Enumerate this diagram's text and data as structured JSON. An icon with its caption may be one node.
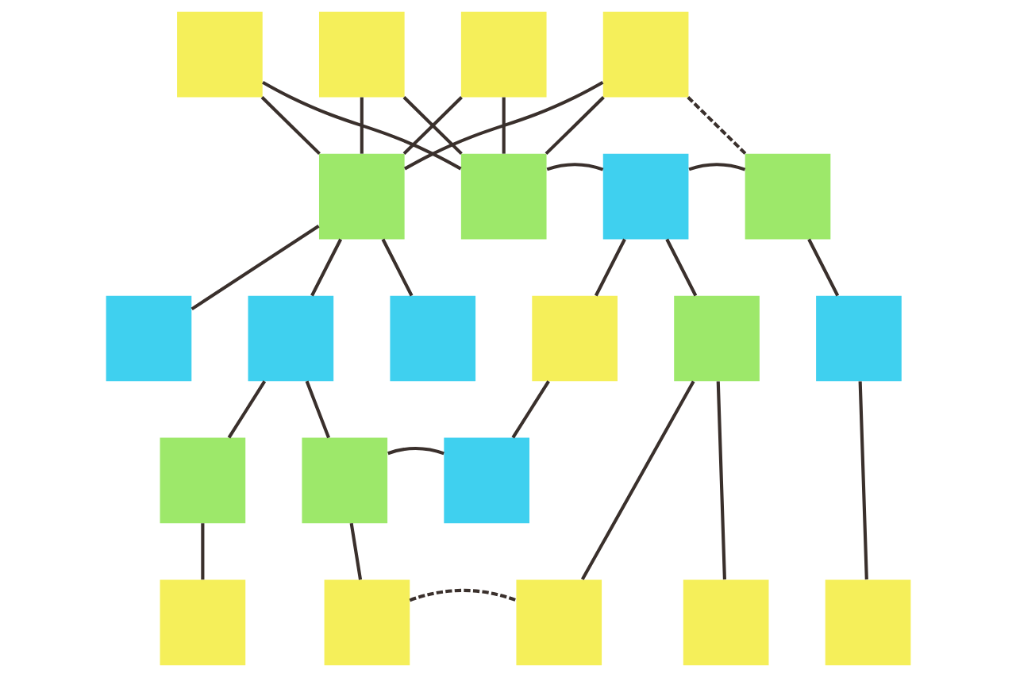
{
  "diagram": {
    "nodes": [
      {
        "text": [],
        "shape": "box"
      },
      {
        "text": [],
        "shape": "box"
      },
      {
        "text": [],
        "shape": "box"
      },
      {
        "text": [],
        "shape": "box"
      },
      {
        "text": [],
        "shape": "box"
      },
      {
        "text": [],
        "shape": "box"
      },
      {
        "text": [],
        "shape": "box"
      },
      {
        "text": [],
        "shape": "box"
      },
      {
        "text": [],
        "shape": "box"
      },
      {
        "text": [],
        "shape": "box"
      },
      {
        "text": [],
        "shape": "box"
      },
      {
        "text": [],
        "shape": "box"
      },
      {
        "text": [],
        "shape": "box"
      },
      {
        "text": [],
        "shape": "box"
      },
      {
        "text": [],
        "shape": "box"
      },
      {
        "text": [],
        "shape": "box"
      },
      {
        "text": [],
        "shape": "box"
      },
      {
        "text": [],
        "shape": "box"
      },
      {
        "text": [],
        "shape": "box"
      },
      {
        "text": [],
        "shape": "box"
      },
      {
        "text": [],
        "shape": "box"
      },
      {
        "text": [],
        "shape": "box"
      }
    ],
    "edges": [
      {
        "from": 0,
        "to": 4,
        "arrow": "none"
      },
      {
        "from": 0,
        "to": 5,
        "arrow": "none"
      },
      {
        "from": 1,
        "to": 4,
        "arrow": "none"
      },
      {
        "from": 1,
        "to": 5,
        "arrow": "none"
      },
      {
        "from": 2,
        "to": 4,
        "arrow": "none"
      },
      {
        "from": 2,
        "to": 5,
        "arrow": "none"
      },
      {
        "from": 3,
        "to": 4,
        "arrow": "none"
      },
      {
        "from": 3,
        "to": 5,
        "arrow": "none"
      },
      {
        "from": 3,
        "to": 7,
        "arrow": "none",
        "style": "dashed"
      },
      {
        "from": 5,
        "to": 6,
        "arrow": "none"
      },
      {
        "from": 6,
        "to": 7,
        "arrow": "none"
      },
      {
        "from": 4,
        "to": 8,
        "arrow": "none"
      },
      {
        "from": 4,
        "to": 9,
        "arrow": "none"
      },
      {
        "from": 4,
        "to": 10,
        "arrow": "none"
      },
      {
        "from": 6,
        "to": 11,
        "arrow": "none"
      },
      {
        "from": 6,
        "to": 12,
        "arrow": "none"
      },
      {
        "from": 7,
        "to": 13,
        "arrow": "none"
      },
      {
        "from": 9,
        "to": 14,
        "arrow": "none"
      },
      {
        "from": 9,
        "to": 15,
        "arrow": "none"
      },
      {
        "from": 15,
        "to": 16,
        "arrow": "none"
      },
      {
        "from": 11,
        "to": 16,
        "arrow": "none"
      },
      {
        "from": 14,
        "to": 17,
        "arrow": "none"
      },
      {
        "from": 15,
        "to": 18,
        "arrow": "none"
      },
      {
        "from": 18,
        "to": 19,
        "arrow": "none",
        "style": "dashed"
      },
      {
        "from": 12,
        "to": 19,
        "arrow": "none"
      },
      {
        "from": 12,
        "to": 20,
        "arrow": "none"
      },
      {
        "from": 13,
        "to": 21,
        "arrow": "none"
      }
    ]
  }
}
